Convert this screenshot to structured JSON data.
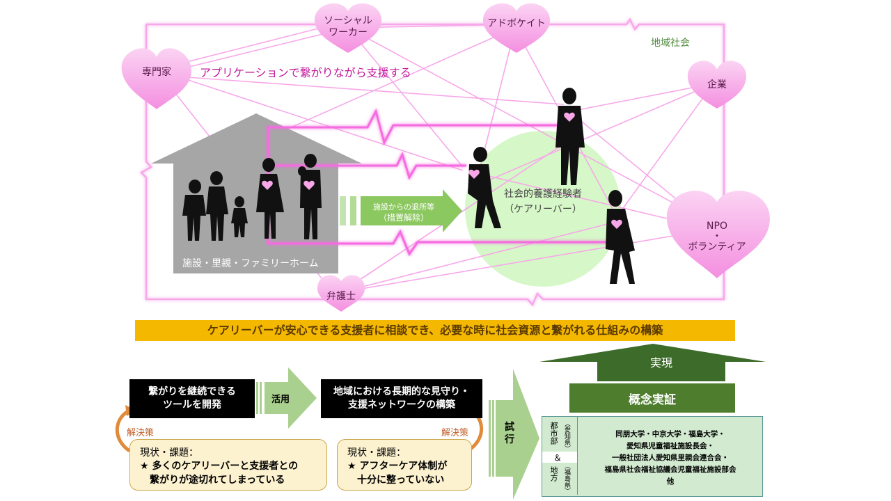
{
  "nodes": {
    "professional": "専門家",
    "social_worker": "ソーシャル\nワーカー",
    "advocate": "アドボケイト",
    "company": "企業",
    "npo": "NPO\n・\nボランティア",
    "lawyer": "弁護士"
  },
  "labels": {
    "app_support": "アプリケーションで繋がりながら支援する",
    "community": "地域社会",
    "facility": "施設・里親・ファミリーホーム",
    "leaving_line1": "施設からの退所等",
    "leaving_line2": "（措置解除）",
    "careleaver_line1": "社会的養護経験者",
    "careleaver_line2": "（ケアリーバー）"
  },
  "banner": "ケアリーバーが安心できる支援者に相談でき、必要な時に社会資源と繋がれる仕組みの構築",
  "flow": {
    "tool_dev": "繋がりを継続できる\nツールを開発",
    "use": "活用",
    "network_build": "地域における長期的な見守り・\n支援ネットワークの構築",
    "trial": "試\n行",
    "realize": "実現",
    "poc": "概念実証",
    "solution_left": "解決策",
    "solution_right": "解決策",
    "issue_left_title": "現状・課題：",
    "issue_left_body": "多くのケアリーバーと支援者との\n　繋がりが途切れてしまっている",
    "issue_right_title": "現状・課題：",
    "issue_right_body": "アフターケア体制が\n　十分に整っていない",
    "star": "★"
  },
  "orgs": {
    "urban": "都市部",
    "urban_pref": "（愛知県）",
    "amp": "＆",
    "rural": "地方",
    "rural_pref": "（福島県）",
    "text": "同朋大学・中京大学・福島大学・\n愛知県児童福祉施設長会・\n一般社団法人愛知県里親会連合会・\n福島県社会福祉協議会児童福祉施設部会\n他"
  },
  "colors": {
    "pink": "#f56ce0",
    "heart": "#f7a6e8",
    "yellow": "#f5b800",
    "green": "#a9d08e",
    "darkgreen": "#4e7d2e"
  }
}
